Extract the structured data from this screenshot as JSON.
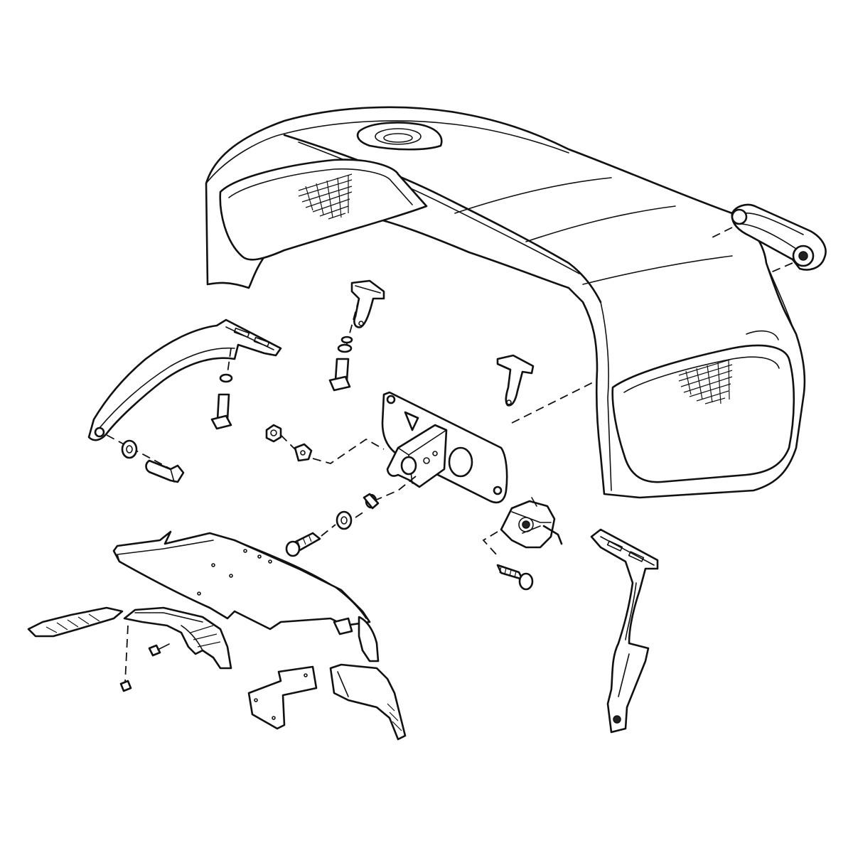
{
  "diagram": {
    "type": "exploded-parts-view",
    "style": "black line art on white background",
    "labels": [],
    "parts": [
      {
        "name": "hood-cover",
        "interactable": false
      },
      {
        "name": "grab-handle",
        "interactable": false
      },
      {
        "name": "left-support-bracket",
        "interactable": false
      },
      {
        "name": "right-support-bracket",
        "interactable": false
      },
      {
        "name": "latch-plate",
        "interactable": false
      },
      {
        "name": "latch-mechanism",
        "interactable": false
      },
      {
        "name": "lower-panel",
        "interactable": false
      },
      {
        "name": "fasteners",
        "interactable": false
      }
    ],
    "colors": {
      "line": "#111111",
      "background": "#ffffff"
    }
  }
}
